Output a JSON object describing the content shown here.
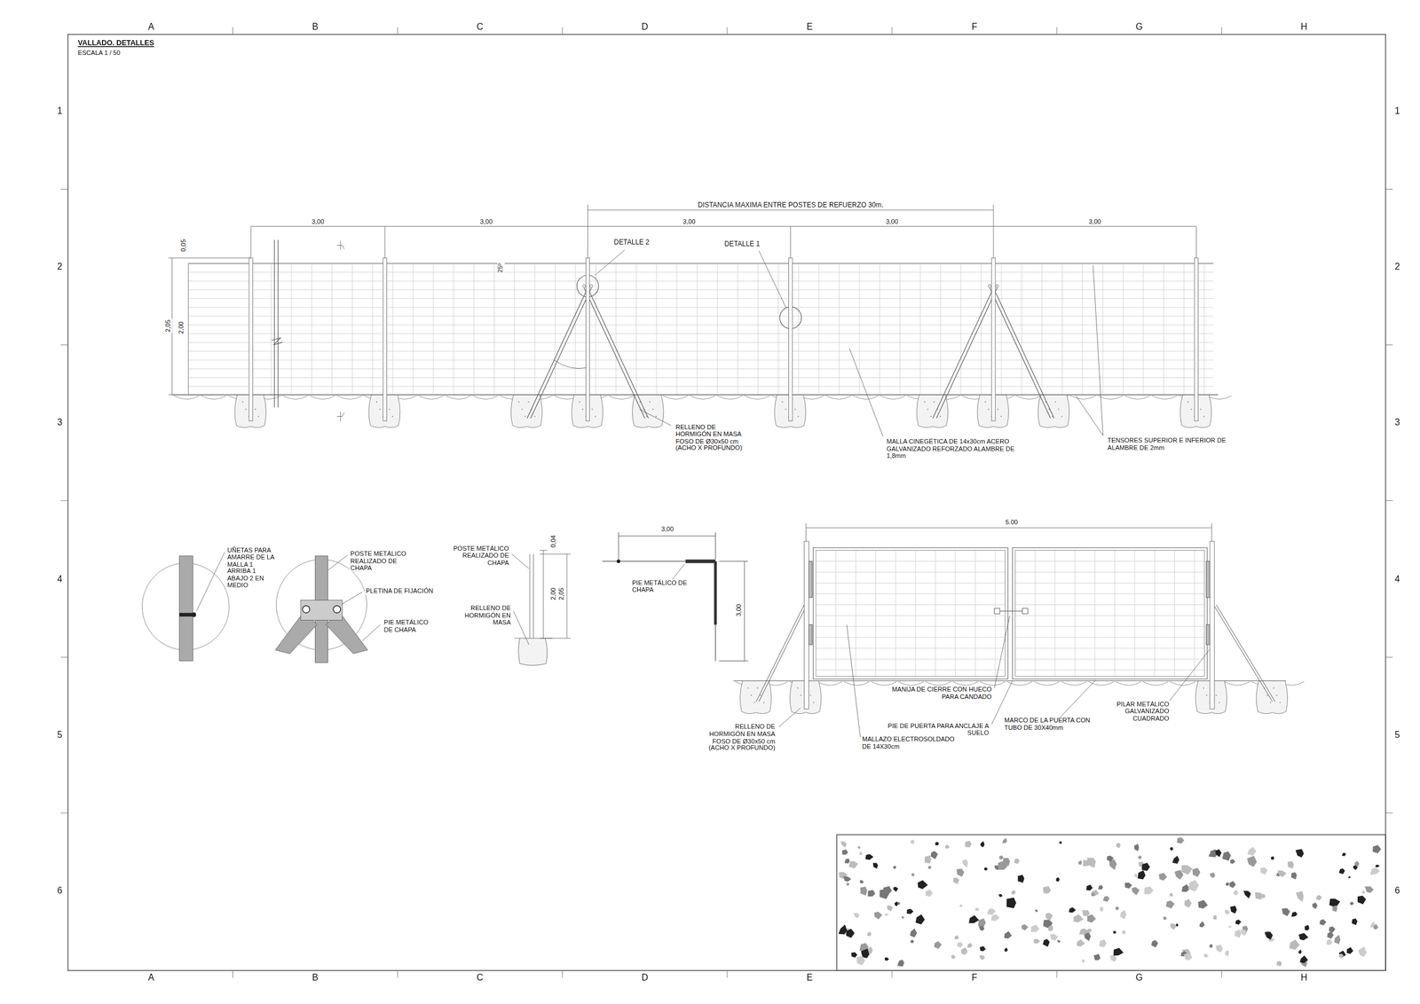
{
  "diagram": {
    "title": "VALLADO. DETALLES",
    "labels": [
      "A",
      "B",
      "C",
      "D",
      "E",
      "F",
      "G",
      "H",
      "A",
      "B",
      "C",
      "D",
      "E",
      "F",
      "G",
      "H",
      "1",
      "2",
      "3",
      "4",
      "5",
      "6",
      "1",
      "2",
      "3",
      "4",
      "5",
      "6",
      "ESCALA 1 / 50",
      "DISTANCIA MAXIMA ENTRE POSTES DE REFUERZO 30m.",
      "3,00",
      "3,00",
      "3,00",
      "3,00",
      "3,00",
      "0,05",
      "2,05",
      "2,00",
      "25º",
      "DETALLE 2",
      "DETALLE 1",
      "RELLENO DE HORMIGÓN EN MASA FOSO DE Ø30x50 cm (ACHO X PROFUNDO)",
      "MALLA CINEGÉTICA DE 14x30cm ACERO GALVANIZADO REFORZADO ALAMBRE DE 1,8mm",
      "TENSORES SUPERIOR E INFERIOR DE ALAMBRE DE 2mm",
      "UÑETAS PARA AMARRE DE LA MALLA 1 ARRIBA 1 ABAJO 2 EN MEDIO",
      "POSTE METÁLICO REALIZADO DE CHAPA",
      "PLETINA DE FIJACIÓN",
      "PIE METÁLICO DE CHAPA",
      "POSTE METÁLICO REALIZADO DE CHAPA",
      "RELLENO DE HORMIGÓN EN MASA",
      "0,04",
      "2,00",
      "2,05",
      "3,00",
      "PIE METÁLICO DE CHAPA",
      "3,00",
      "5.00",
      "MANIJA DE CIERRE CON HUECO PARA CANDADO",
      "PIE DE PUERTA PARA ANCLAJE A SUELO",
      "MARCO DE LA PUERTA CON TUBO DE 30X40mm",
      "PILAR METÁLICO GALVANIZADO CUADRADO",
      "RELLENO DE HORMIGÓN EN MASA FOSO DE Ø30x50 cm (ACHO X PROFUNDO)",
      "MALLAZO ELECTROSOLDADO DE 14X30cm"
    ]
  }
}
